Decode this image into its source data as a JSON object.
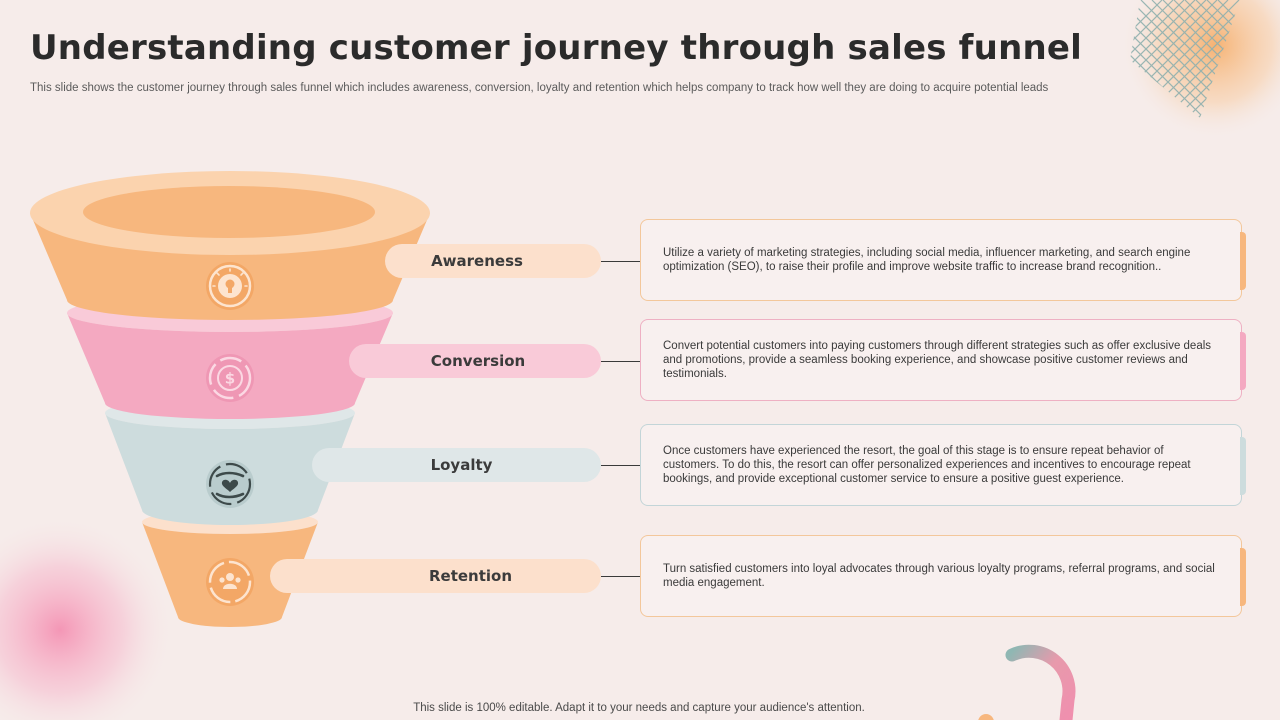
{
  "title": "Understanding customer journey through sales funnel",
  "subtitle": "This slide shows the customer journey through sales funnel which includes awareness, conversion, loyalty and retention which helps company to track how well they are doing to acquire potential leads",
  "stages": [
    {
      "label": "Awareness",
      "icon": "lightbulb-idea-icon",
      "color": "#f7b77e",
      "pill_color": "#fce0cc",
      "border_color": "#f3c79b",
      "description": "Utilize a variety  of marketing strategies, including social media, influencer marketing, and search engine optimization (SEO), to raise their profile and improve website traffic to increase brand recognition.."
    },
    {
      "label": "Conversion",
      "icon": "dollar-coin-icon",
      "color": "#f4a9c1",
      "pill_color": "#f9cad8",
      "border_color": "#eeb0c3",
      "description": "Convert potential customers into paying customers through different strategies such as offer exclusive deals and promotions, provide a seamless booking experience, and showcase positive customer reviews and testimonials."
    },
    {
      "label": "Loyalty",
      "icon": "heart-in-hands-icon",
      "color": "#cddcdd",
      "pill_color": "#dfe7e8",
      "border_color": "#c3d5d8",
      "description": "Once customers have experienced the resort, the goal of this stage is to ensure repeat behavior of customers. To do this, the resort can offer personalized experiences and incentives to encourage repeat bookings, and provide exceptional customer service to ensure a positive guest experience."
    },
    {
      "label": "Retention",
      "icon": "people-cycle-icon",
      "color": "#f7b77e",
      "pill_color": "#fce0cc",
      "border_color": "#f3c79b",
      "description": "Turn satisfied customers into loyal advocates through various loyalty programs, referral programs, and social media engagement."
    }
  ],
  "footer": "This slide is 100% editable. Adapt it to your needs and capture your audience's attention."
}
